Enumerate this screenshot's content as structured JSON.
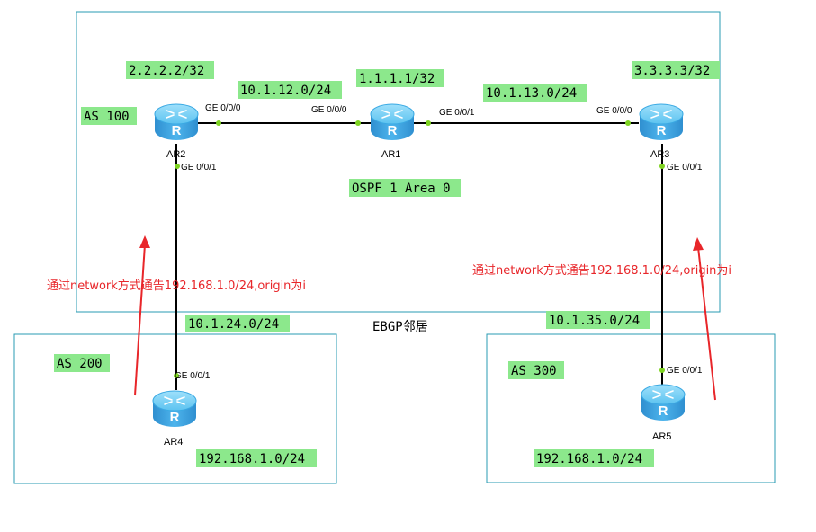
{
  "colors": {
    "as_box_border": "#2a9bb3",
    "label_bg": "#8ce88c",
    "link": "#000000",
    "port_dot": "#7ed321",
    "router_body": "#3aa9e3",
    "annotation": "#e8262a"
  },
  "areas": {
    "as100": "AS 100",
    "as200": "AS 200",
    "as300": "AS 300",
    "ospf": "OSPF 1 Area 0",
    "ebgp": "EBGP邻居"
  },
  "routers": {
    "ar1": {
      "name": "AR1",
      "loopback": "1.1.1.1/32",
      "icon": "router-icon"
    },
    "ar2": {
      "name": "AR2",
      "loopback": "2.2.2.2/32",
      "icon": "router-icon"
    },
    "ar3": {
      "name": "AR3",
      "loopback": "3.3.3.3/32",
      "icon": "router-icon"
    },
    "ar4": {
      "name": "AR4",
      "lan": "192.168.1.0/24",
      "icon": "router-icon"
    },
    "ar5": {
      "name": "AR5",
      "lan": "192.168.1.0/24",
      "icon": "router-icon"
    }
  },
  "links": {
    "ar2_ar1": {
      "subnet": "10.1.12.0/24",
      "port_a": "GE 0/0/0",
      "port_b": "GE 0/0/0"
    },
    "ar1_ar3": {
      "subnet": "10.1.13.0/24",
      "port_a": "GE 0/0/1",
      "port_b": "GE 0/0/0"
    },
    "ar2_ar4": {
      "subnet": "10.1.24.0/24",
      "port_a": "GE 0/0/1",
      "port_b": "GE 0/0/1"
    },
    "ar3_ar5": {
      "subnet": "10.1.35.0/24",
      "port_a": "GE 0/0/1",
      "port_b": "GE 0/0/1"
    }
  },
  "annotations": {
    "left": "通过network方式通告192.168.1.0/24,origin为i",
    "right": "通过network方式通告192.168.1.0/24,origin为i"
  }
}
